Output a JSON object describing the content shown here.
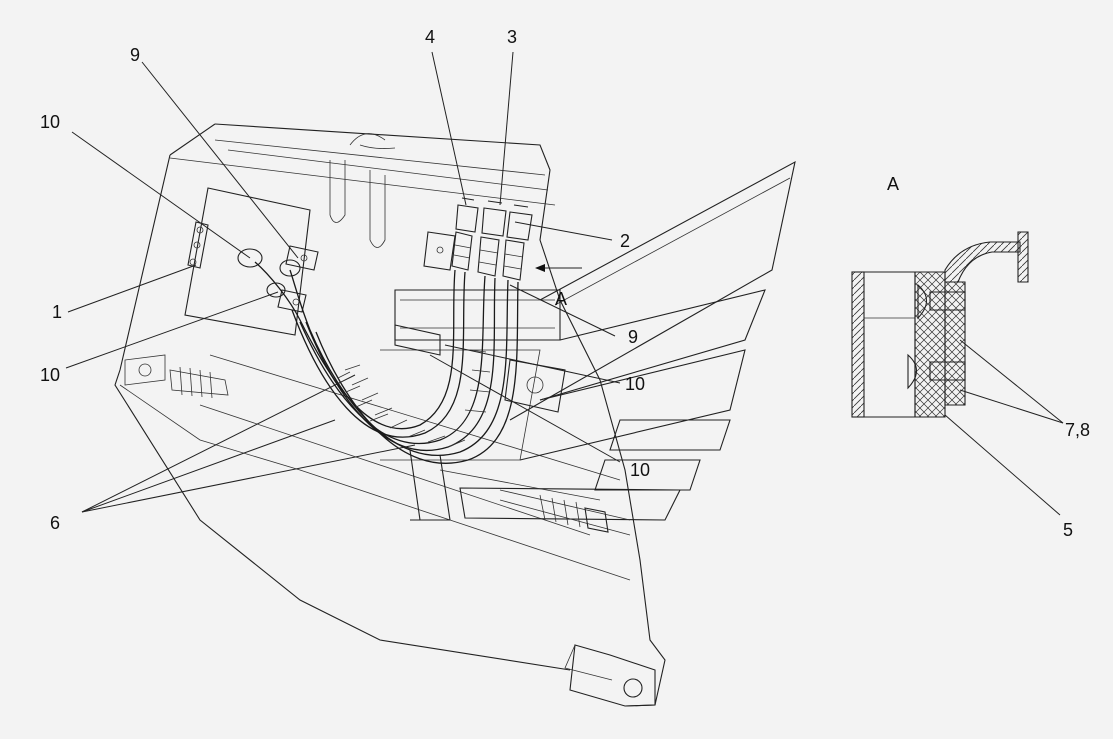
{
  "callouts": {
    "c4": "4",
    "c3": "3",
    "c9_top": "9",
    "c10_top": "10",
    "c2": "2",
    "c1": "1",
    "cA_arrow": "A",
    "c9_mid": "9",
    "c10_left": "10",
    "c10_mid": "10",
    "c10_low": "10",
    "c6": "6",
    "c7_8": "7,8",
    "c5": "5"
  },
  "view_label": "A",
  "colors": {
    "background": "#f3f3f3",
    "line": "#222222"
  }
}
